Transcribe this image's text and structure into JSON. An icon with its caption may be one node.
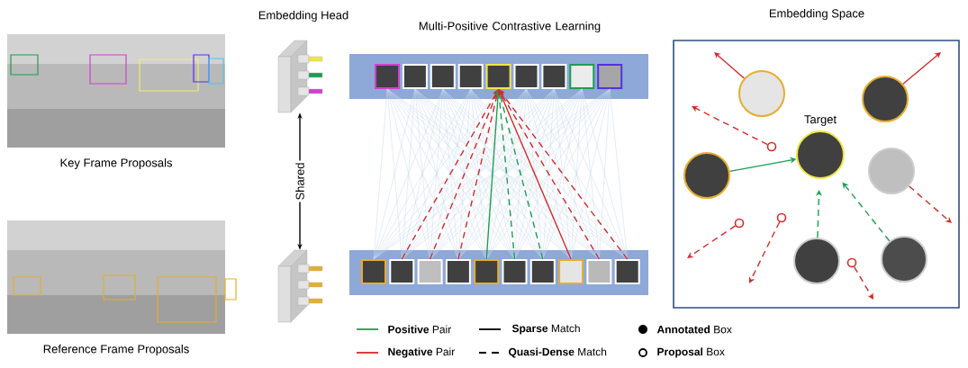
{
  "diagram": {
    "nodes": [
      {
        "text": [
          "Key Frame Proposals"
        ]
      },
      {
        "text": [
          "Reference Frame Proposals"
        ]
      },
      {
        "text": [],
        "shape": "picture"
      },
      {
        "text": [],
        "shape": "picture"
      },
      {
        "text": [],
        "shape": "bar"
      },
      {
        "text": [],
        "shape": "box",
        "in": 4
      },
      {
        "text": [],
        "shape": "box",
        "in": 4
      },
      {
        "text": [],
        "shape": "box",
        "in": 4
      },
      {
        "text": [],
        "shape": "box",
        "in": 4
      },
      {
        "text": [],
        "shape": "box",
        "in": 4
      },
      {
        "text": [],
        "shape": "box",
        "in": 4
      },
      {
        "text": [],
        "shape": "box",
        "in": 4
      },
      {
        "text": [],
        "shape": "box",
        "in": 4
      },
      {
        "text": [],
        "shape": "box",
        "in": 4
      },
      {
        "text": [],
        "shape": "bar"
      },
      {
        "text": [],
        "shape": "box",
        "in": 14
      },
      {
        "text": [],
        "shape": "box",
        "in": 14
      },
      {
        "text": [],
        "shape": "box",
        "in": 14
      },
      {
        "text": [],
        "shape": "box",
        "in": 14
      },
      {
        "text": [],
        "shape": "box",
        "in": 14
      },
      {
        "text": [],
        "shape": "box",
        "in": 14
      },
      {
        "text": [],
        "shape": "box",
        "in": 14
      },
      {
        "text": [],
        "shape": "box",
        "in": 14
      },
      {
        "text": [],
        "shape": "box",
        "in": 14
      },
      {
        "text": [],
        "shape": "box",
        "in": 14
      },
      {
        "text": [
          "Embedding Space"
        ]
      },
      {
        "text": [
          "Target"
        ],
        "in": 25
      },
      {
        "text": [],
        "shape": "circle",
        "in": 25
      },
      {
        "text": [],
        "shape": "circle",
        "in": 25
      },
      {
        "text": [],
        "shape": "circle",
        "in": 25
      },
      {
        "text": [],
        "shape": "circle",
        "in": 25
      },
      {
        "text": [],
        "shape": "circle",
        "in": 25
      },
      {
        "text": [],
        "shape": "circle",
        "in": 25
      },
      {
        "text": [],
        "shape": "circle",
        "in": 25
      },
      {
        "text": [],
        "shape": "circle",
        "in": 25
      },
      {
        "text": [],
        "shape": "circle",
        "in": 25
      },
      {
        "text": [],
        "shape": "circle",
        "in": 25
      }
    ],
    "edges": [
      {
        "from": 2,
        "to": 3,
        "arrow": "both",
        "label": "Shared",
        "color": "#000000"
      },
      {
        "from": 5,
        "to": 15,
        "arrow": "none",
        "color": "#c6d9ee"
      },
      {
        "from": 5,
        "to": 16,
        "arrow": "none",
        "color": "#c6d9ee"
      },
      {
        "from": 5,
        "to": 17,
        "arrow": "none",
        "color": "#c6d9ee"
      },
      {
        "from": 5,
        "to": 18,
        "arrow": "none",
        "color": "#c6d9ee"
      },
      {
        "from": 5,
        "to": 19,
        "arrow": "none",
        "color": "#c6d9ee"
      },
      {
        "from": 5,
        "to": 20,
        "arrow": "none",
        "color": "#c6d9ee"
      },
      {
        "from": 5,
        "to": 21,
        "arrow": "none",
        "color": "#c6d9ee"
      },
      {
        "from": 5,
        "to": 22,
        "arrow": "none",
        "color": "#c6d9ee"
      },
      {
        "from": 5,
        "to": 23,
        "arrow": "none",
        "color": "#c6d9ee"
      },
      {
        "from": 5,
        "to": 24,
        "arrow": "none",
        "color": "#c6d9ee"
      },
      {
        "from": 6,
        "to": 15,
        "arrow": "none",
        "color": "#c6d9ee"
      },
      {
        "from": 6,
        "to": 16,
        "arrow": "none",
        "color": "#c6d9ee"
      },
      {
        "from": 6,
        "to": 17,
        "arrow": "none",
        "color": "#c6d9ee"
      },
      {
        "from": 6,
        "to": 18,
        "arrow": "none",
        "color": "#c6d9ee"
      },
      {
        "from": 6,
        "to": 19,
        "arrow": "none",
        "color": "#c6d9ee"
      },
      {
        "from": 6,
        "to": 20,
        "arrow": "none",
        "color": "#c6d9ee"
      },
      {
        "from": 6,
        "to": 21,
        "arrow": "none",
        "color": "#c6d9ee"
      },
      {
        "from": 6,
        "to": 22,
        "arrow": "none",
        "color": "#c6d9ee"
      },
      {
        "from": 6,
        "to": 23,
        "arrow": "none",
        "color": "#c6d9ee"
      },
      {
        "from": 6,
        "to": 24,
        "arrow": "none",
        "color": "#c6d9ee"
      },
      {
        "from": 7,
        "to": 15,
        "arrow": "none",
        "color": "#c6d9ee"
      },
      {
        "from": 7,
        "to": 16,
        "arrow": "none",
        "color": "#c6d9ee"
      },
      {
        "from": 7,
        "to": 17,
        "arrow": "none",
        "color": "#c6d9ee"
      },
      {
        "from": 7,
        "to": 18,
        "arrow": "none",
        "color": "#c6d9ee"
      },
      {
        "from": 7,
        "to": 19,
        "arrow": "none",
        "color": "#c6d9ee"
      },
      {
        "from": 7,
        "to": 20,
        "arrow": "none",
        "color": "#c6d9ee"
      },
      {
        "from": 7,
        "to": 21,
        "arrow": "none",
        "color": "#c6d9ee"
      },
      {
        "from": 7,
        "to": 22,
        "arrow": "none",
        "color": "#c6d9ee"
      },
      {
        "from": 7,
        "to": 23,
        "arrow": "none",
        "color": "#c6d9ee"
      },
      {
        "from": 7,
        "to": 24,
        "arrow": "none",
        "color": "#c6d9ee"
      },
      {
        "from": 8,
        "to": 15,
        "arrow": "none",
        "color": "#c6d9ee"
      },
      {
        "from": 8,
        "to": 16,
        "arrow": "none",
        "color": "#c6d9ee"
      },
      {
        "from": 8,
        "to": 17,
        "arrow": "none",
        "color": "#c6d9ee"
      },
      {
        "from": 8,
        "to": 18,
        "arrow": "none",
        "color": "#c6d9ee"
      },
      {
        "from": 8,
        "to": 19,
        "arrow": "none",
        "color": "#c6d9ee"
      },
      {
        "from": 8,
        "to": 20,
        "arrow": "none",
        "color": "#c6d9ee"
      },
      {
        "from": 8,
        "to": 21,
        "arrow": "none",
        "color": "#c6d9ee"
      },
      {
        "from": 8,
        "to": 22,
        "arrow": "none",
        "color": "#c6d9ee"
      },
      {
        "from": 8,
        "to": 23,
        "arrow": "none",
        "color": "#c6d9ee"
      },
      {
        "from": 8,
        "to": 24,
        "arrow": "none",
        "color": "#c6d9ee"
      },
      {
        "from": 9,
        "to": 15,
        "arrow": "none",
        "color": "#c6d9ee"
      },
      {
        "from": 10,
        "to": 15,
        "arrow": "none",
        "color": "#c6d9ee"
      },
      {
        "from": 10,
        "to": 16,
        "arrow": "none",
        "color": "#c6d9ee"
      },
      {
        "from": 10,
        "to": 17,
        "arrow": "none",
        "color": "#c6d9ee"
      },
      {
        "from": 10,
        "to": 18,
        "arrow": "none",
        "color": "#c6d9ee"
      },
      {
        "from": 10,
        "to": 19,
        "arrow": "none",
        "color": "#c6d9ee"
      },
      {
        "from": 10,
        "to": 20,
        "arrow": "none",
        "color": "#c6d9ee"
      },
      {
        "from": 10,
        "to": 21,
        "arrow": "none",
        "color": "#c6d9ee"
      },
      {
        "from": 10,
        "to": 22,
        "arrow": "none",
        "color": "#c6d9ee"
      },
      {
        "from": 10,
        "to": 23,
        "arrow": "none",
        "color": "#c6d9ee"
      },
      {
        "from": 10,
        "to": 24,
        "arrow": "none",
        "color": "#c6d9ee"
      },
      {
        "from": 11,
        "to": 15,
        "arrow": "none",
        "color": "#c6d9ee"
      },
      {
        "from": 11,
        "to": 16,
        "arrow": "none",
        "color": "#c6d9ee"
      },
      {
        "from": 11,
        "to": 17,
        "arrow": "none",
        "color": "#c6d9ee"
      },
      {
        "from": 11,
        "to": 18,
        "arrow": "none",
        "color": "#c6d9ee"
      },
      {
        "from": 11,
        "to": 19,
        "arrow": "none",
        "color": "#c6d9ee"
      },
      {
        "from": 11,
        "to": 20,
        "arrow": "none",
        "color": "#c6d9ee"
      },
      {
        "from": 11,
        "to": 21,
        "arrow": "none",
        "color": "#c6d9ee"
      },
      {
        "from": 11,
        "to": 22,
        "arrow": "none",
        "color": "#c6d9ee"
      },
      {
        "from": 11,
        "to": 23,
        "arrow": "none",
        "color": "#c6d9ee"
      },
      {
        "from": 11,
        "to": 24,
        "arrow": "none",
        "color": "#c6d9ee"
      },
      {
        "from": 12,
        "to": 15,
        "arrow": "none",
        "color": "#c6d9ee"
      },
      {
        "from": 12,
        "to": 16,
        "arrow": "none",
        "color": "#c6d9ee"
      },
      {
        "from": 12,
        "to": 17,
        "arrow": "none",
        "color": "#c6d9ee"
      },
      {
        "from": 12,
        "to": 18,
        "arrow": "none",
        "color": "#c6d9ee"
      },
      {
        "from": 12,
        "to": 19,
        "arrow": "none",
        "color": "#c6d9ee"
      },
      {
        "from": 12,
        "to": 20,
        "arrow": "none",
        "color": "#c6d9ee"
      },
      {
        "from": 12,
        "to": 21,
        "arrow": "none",
        "color": "#c6d9ee"
      },
      {
        "from": 12,
        "to": 22,
        "arrow": "none",
        "color": "#c6d9ee"
      },
      {
        "from": 12,
        "to": 23,
        "arrow": "none",
        "color": "#c6d9ee"
      },
      {
        "from": 12,
        "to": 24,
        "arrow": "none",
        "color": "#c6d9ee"
      },
      {
        "from": 13,
        "to": 15,
        "arrow": "none",
        "color": "#c6d9ee"
      },
      {
        "from": 13,
        "to": 16,
        "arrow": "none",
        "color": "#c6d9ee"
      },
      {
        "from": 13,
        "to": 17,
        "arrow": "none",
        "color": "#c6d9ee"
      },
      {
        "from": 13,
        "to": 18,
        "arrow": "none",
        "color": "#c6d9ee"
      },
      {
        "from": 13,
        "to": 19,
        "arrow": "none",
        "color": "#c6d9ee"
      },
      {
        "from": 13,
        "to": 20,
        "arrow": "none",
        "color": "#c6d9ee"
      },
      {
        "from": 13,
        "to": 21,
        "arrow": "none",
        "color": "#c6d9ee"
      },
      {
        "from": 13,
        "to": 22,
        "arrow": "none",
        "color": "#c6d9ee"
      },
      {
        "from": 13,
        "to": 23,
        "arrow": "none",
        "color": "#c6d9ee"
      },
      {
        "from": 13,
        "to": 24,
        "arrow": "none",
        "color": "#c6d9ee"
      },
      {
        "from": 16,
        "to": 9,
        "arrow": "to",
        "style": "dashed",
        "color": "#d42a2a"
      },
      {
        "from": 17,
        "to": 9,
        "arrow": "to",
        "style": "dashed",
        "color": "#d42a2a"
      },
      {
        "from": 18,
        "to": 9,
        "arrow": "to",
        "style": "dashed",
        "color": "#d42a2a"
      },
      {
        "from": 19,
        "to": 9,
        "arrow": "to",
        "color": "#1e9e50"
      },
      {
        "from": 20,
        "to": 9,
        "arrow": "to",
        "style": "dashed",
        "color": "#1e9e50"
      },
      {
        "from": 21,
        "to": 9,
        "arrow": "to",
        "style": "dashed",
        "color": "#1e9e50"
      },
      {
        "from": 22,
        "to": 9,
        "arrow": "to",
        "color": "#d42a2a"
      },
      {
        "from": 23,
        "to": 9,
        "arrow": "to",
        "style": "dashed",
        "color": "#d42a2a"
      },
      {
        "from": 24,
        "to": 9,
        "arrow": "to",
        "style": "dashed",
        "color": "#d42a2a"
      },
      {
        "from": 27,
        "to": null,
        "arrow": "to",
        "color": "#d42a2a"
      },
      {
        "from": 28,
        "to": null,
        "arrow": "to",
        "color": "#d42a2a"
      },
      {
        "from": 33,
        "to": null,
        "arrow": "to",
        "style": "dashed",
        "color": "#d42a2a"
      },
      {
        "from": 29,
        "to": 26,
        "arrow": "to",
        "color": "#1e9e50"
      },
      {
        "from": 30,
        "to": null,
        "arrow": "to",
        "style": "dashed",
        "color": "#d42a2a"
      },
      {
        "from": 31,
        "to": 26,
        "arrow": "to",
        "style": "dashed",
        "color": "#1e9e50"
      },
      {
        "from": 32,
        "to": 26,
        "arrow": "to",
        "style": "dashed",
        "color": "#1e9e50"
      },
      {
        "from": 34,
        "to": null,
        "arrow": "to",
        "style": "dashed",
        "color": "#d42a2a"
      },
      {
        "from": 35,
        "to": null,
        "arrow": "to",
        "style": "dashed",
        "color": "#d42a2a"
      },
      {
        "from": 36,
        "to": null,
        "arrow": "to",
        "style": "dashed",
        "color": "#d42a2a"
      }
    ],
    "labels": [
      "Embedding Head",
      "Multi-Positive Contrastive Learning"
    ],
    "legend": [
      {
        "text": "**Positive** Pair"
      },
      {
        "text": "**Sparse** Match"
      },
      {
        "text": "**Annotated** Box"
      },
      {
        "text": "**Negative** Pair"
      },
      {
        "text": "**Quasi-Dense** Match"
      },
      {
        "text": "**Proposal** Box"
      }
    ]
  }
}
